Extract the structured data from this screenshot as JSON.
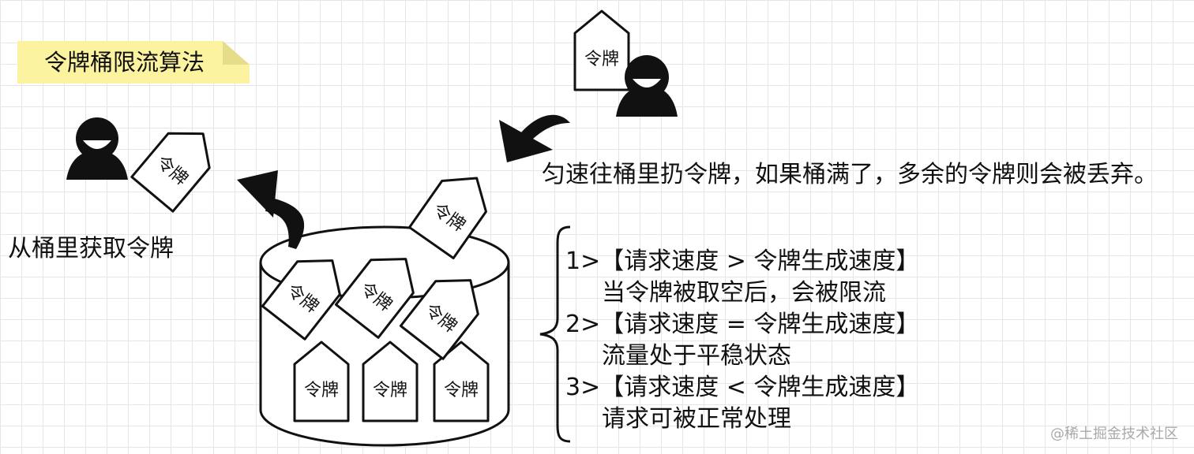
{
  "title": "令牌桶限流算法",
  "token_label": "令牌",
  "take_token_label": "从桶里获取令牌",
  "put_token_label": "匀速往桶里扔令牌，如果桶满了，多余的令牌则会被丢弃。",
  "rules": [
    {
      "heading": "1>【请求速度 > 令牌生成速度】",
      "detail": "当令牌被取空后，会被限流"
    },
    {
      "heading": "2>【请求速度 = 令牌生成速度】",
      "detail": "流量处于平稳状态"
    },
    {
      "heading": "3>【请求速度 < 令牌生成速度】",
      "detail": "请求可被正常处理"
    }
  ],
  "watermark": "@稀土掘金技术社区"
}
